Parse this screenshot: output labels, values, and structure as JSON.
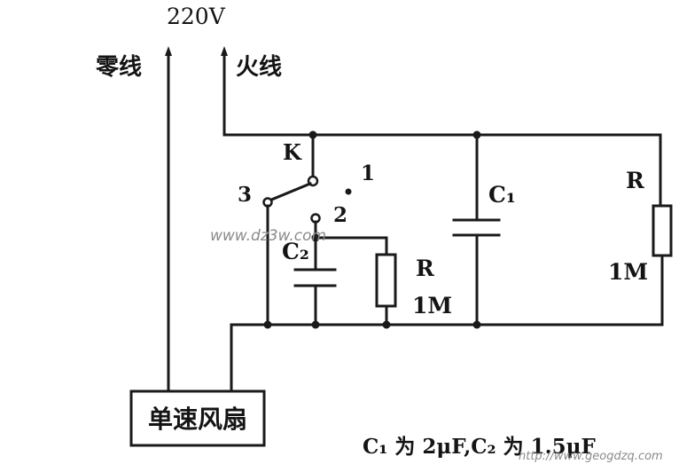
{
  "supply": {
    "voltage": "220V"
  },
  "lines": {
    "neutral": "零线",
    "live": "火线"
  },
  "switch": {
    "name": "K",
    "pos1": "1",
    "pos2": "2",
    "pos3": "3"
  },
  "components": {
    "c1": "C₁",
    "c2": "C₂",
    "r_left": "R",
    "r_left_value": "1M",
    "r_right": "R",
    "r_right_value": "1M"
  },
  "load": {
    "label": "单速风扇"
  },
  "note": "C₁ 为 2μF,C₂ 为 1.5μF",
  "watermarks": {
    "center": "www.dz3w.com",
    "corner": "http://www.geogdzq.com"
  }
}
